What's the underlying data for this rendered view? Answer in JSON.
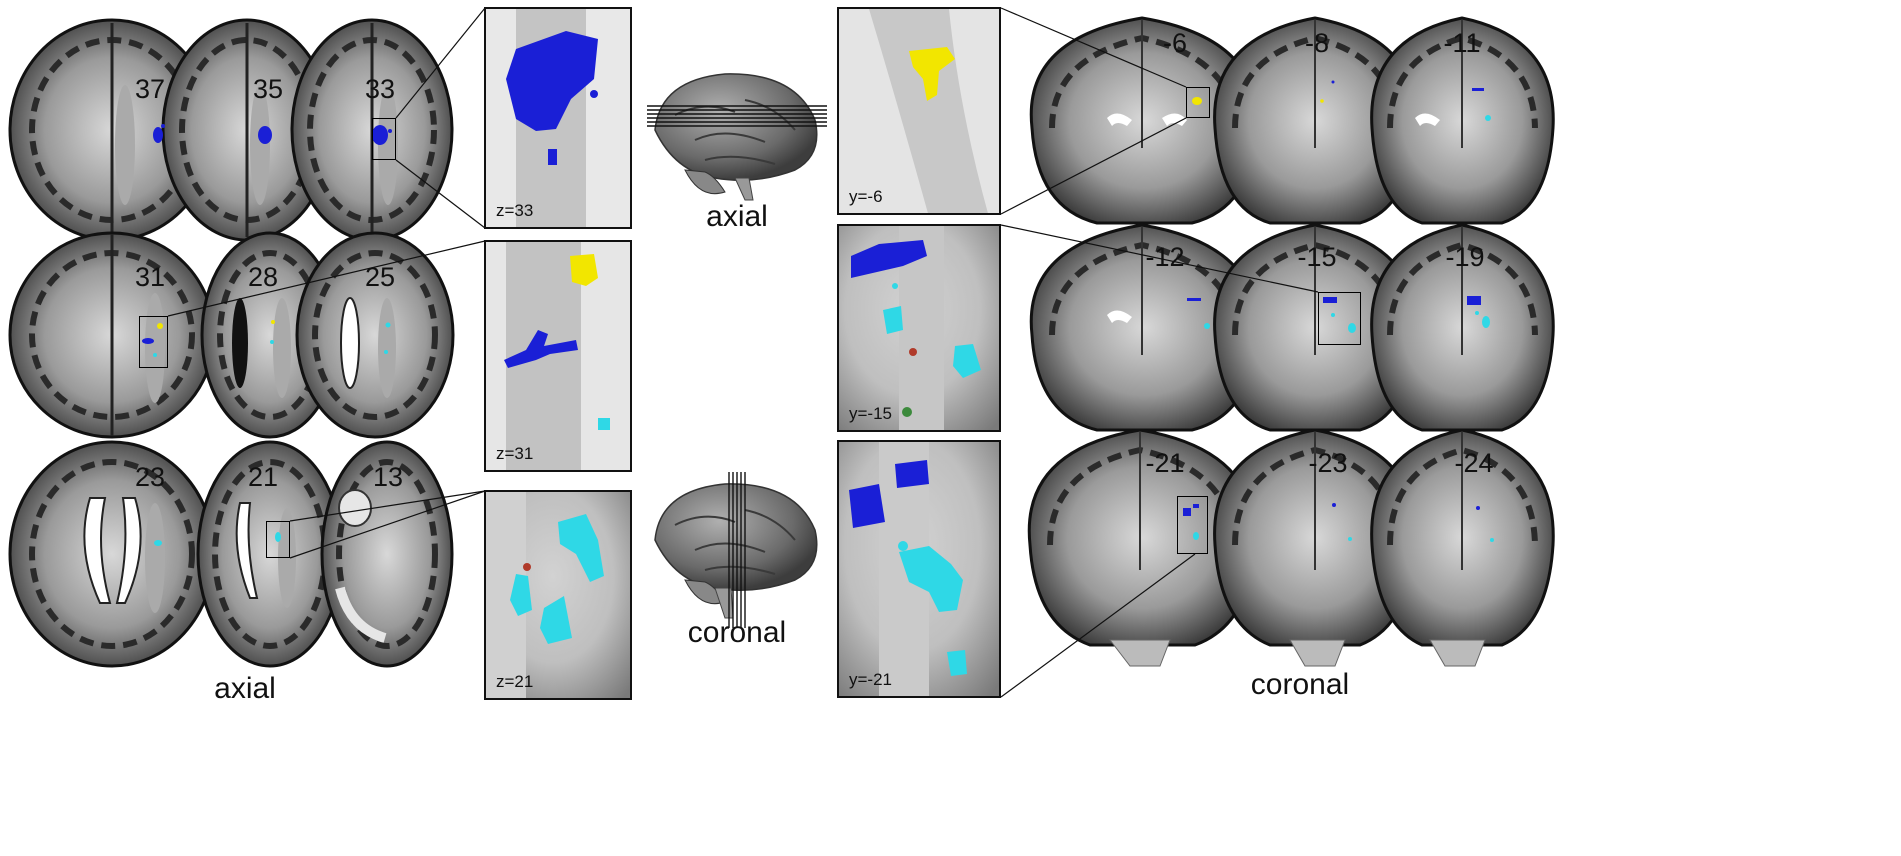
{
  "axial_section": {
    "caption": "axial",
    "slices": [
      "37",
      "35",
      "33",
      "31",
      "28",
      "25",
      "23",
      "21",
      "13"
    ]
  },
  "coronal_section": {
    "caption": "coronal",
    "slices": [
      "-6",
      "-8",
      "-11",
      "-12",
      "-15",
      "-19",
      "-21",
      "-23",
      "-24"
    ]
  },
  "axial_zooms": [
    {
      "label": "z=33"
    },
    {
      "label": "z=31"
    },
    {
      "label": "z=21"
    }
  ],
  "coronal_zooms": [
    {
      "label": "y=-6"
    },
    {
      "label": "y=-15"
    },
    {
      "label": "y=-21"
    }
  ],
  "orientation_brains": {
    "top_label": "axial",
    "bottom_label": "coronal"
  },
  "colors": {
    "blue": "#1a1fd6",
    "yellow": "#f2e600",
    "cyan": "#2fd8e6",
    "red": "#b03a2a",
    "green": "#3c8a3c"
  }
}
